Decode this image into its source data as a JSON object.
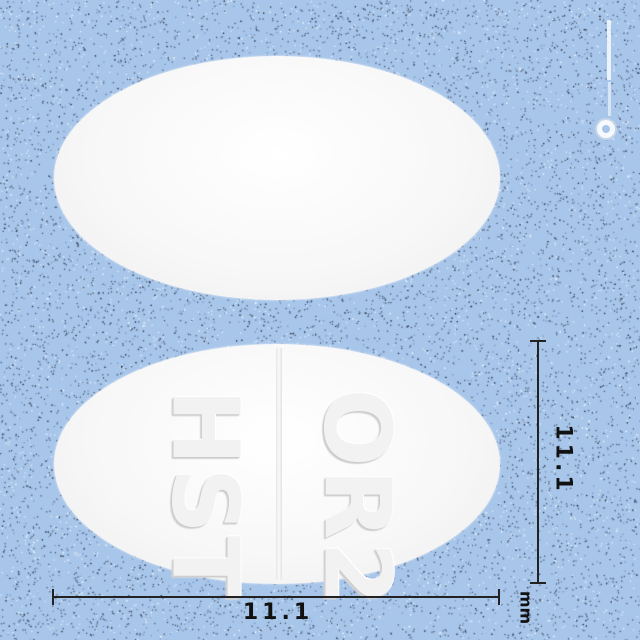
{
  "image": {
    "subject": "tablet",
    "background_color": "#a8c6ea",
    "pill_color": "#f6f6f6"
  },
  "pill_back": {
    "imprint_left": "HST",
    "imprint_right": "OR2"
  },
  "dimensions": {
    "width_label": "11.1",
    "height_label": "11.1",
    "unit": "mm"
  },
  "watermark": {
    "icon": "seal-logo-icon"
  }
}
